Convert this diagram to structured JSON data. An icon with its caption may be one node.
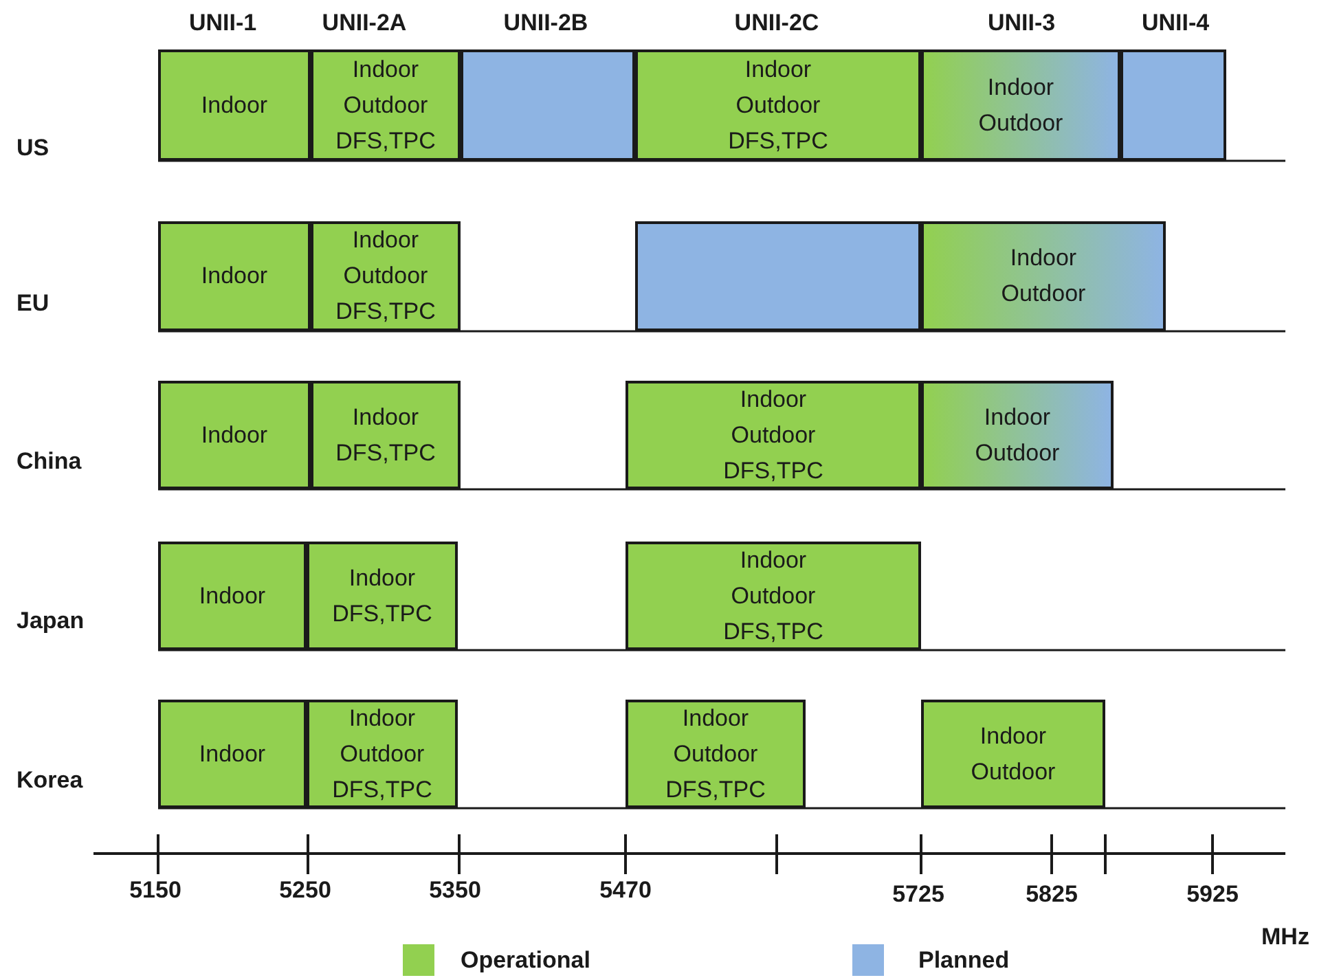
{
  "diagram": {
    "nodes": [
      {
        "text": [
          "Indoor"
        ]
      },
      {
        "text": [
          "Indoor Outdoor DFS,TPC"
        ]
      },
      {
        "text": [],
        "shape": "box"
      },
      {
        "text": [
          "Indoor Outdoor DFS,TPC"
        ]
      },
      {
        "text": [
          "Indoor Outdoor"
        ]
      },
      {
        "text": [],
        "shape": "box"
      },
      {
        "text": [
          "Indoor"
        ]
      },
      {
        "text": [
          "Indoor Outdoor DFS,TPC"
        ]
      },
      {
        "text": [],
        "shape": "box"
      },
      {
        "text": [
          "Indoor Outdoor"
        ]
      },
      {
        "text": [
          "Indoor"
        ]
      },
      {
        "text": [
          "Indoor DFS,TPC"
        ]
      },
      {
        "text": [
          "Indoor Outdoor DFS,TPC"
        ]
      },
      {
        "text": [
          "Indoor Outdoor"
        ]
      },
      {
        "text": [
          "Indoor"
        ]
      },
      {
        "text": [
          "Indoor DFS,TPC"
        ]
      },
      {
        "text": [
          "Indoor Outdoor DFS,TPC"
        ]
      },
      {
        "text": [
          "Indoor"
        ]
      },
      {
        "text": [
          "Indoor Outdoor DFS,TPC"
        ]
      },
      {
        "text": [
          "Indoor Outdoor DFS,TPC"
        ]
      },
      {
        "text": [
          "Indoor Outdoor"
        ]
      }
    ],
    "labels": [
      "UNII-1",
      "UNII-2A",
      "UNII-2B",
      "UNII-2C",
      "UNII-3",
      "UNII-4",
      "US",
      "EU",
      "China",
      "Japan",
      "Korea",
      "5150",
      "5250",
      "5350",
      "5470",
      "5725",
      "5825",
      "5925",
      "MHz"
    ],
    "legend": [
      {
        "text": "Operational",
        "color": "#92d050"
      },
      {
        "text": "Planned",
        "color": "#8eb4e3"
      }
    ]
  }
}
